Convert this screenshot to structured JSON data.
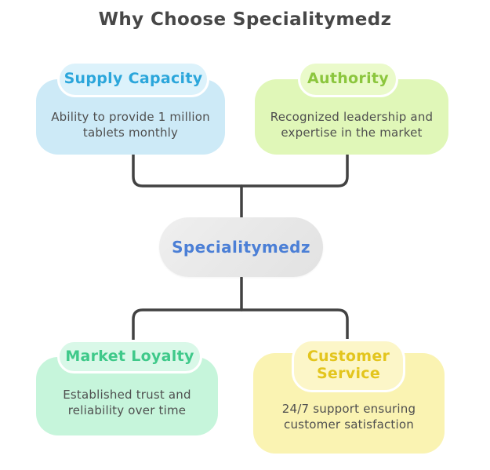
{
  "title": "Why Choose Specialitymedz",
  "title_color": "#474747",
  "connector_color": "#424242",
  "center_node": {
    "label": "Specialitymedz",
    "text_color": "#4b7fd6",
    "bg": "#e9e9e9"
  },
  "nodes": [
    {
      "id": "supply-capacity",
      "title": "Supply Capacity",
      "body": "Ability to provide 1 million tablets monthly",
      "colors": {
        "title_color": "#2ba6db",
        "body_bg": "#cdeaf7",
        "header_bg": "#dcf2fb"
      }
    },
    {
      "id": "authority",
      "title": "Authority",
      "body": "Recognized leadership and expertise in the market",
      "colors": {
        "title_color": "#8cc63e",
        "body_bg": "#e0f7b8",
        "header_bg": "#eafaca"
      }
    },
    {
      "id": "market-loyalty",
      "title": "Market Loyalty",
      "body": "Established trust and reliability over time",
      "colors": {
        "title_color": "#3fc98a",
        "body_bg": "#c6f5db",
        "header_bg": "#d9f8e8"
      }
    },
    {
      "id": "customer-service",
      "title": "Customer Service",
      "body": "24/7 support ensuring customer satisfaction",
      "colors": {
        "title_color": "#e3c51d",
        "body_bg": "#faf3b2",
        "header_bg": "#fcf6c8"
      }
    }
  ]
}
